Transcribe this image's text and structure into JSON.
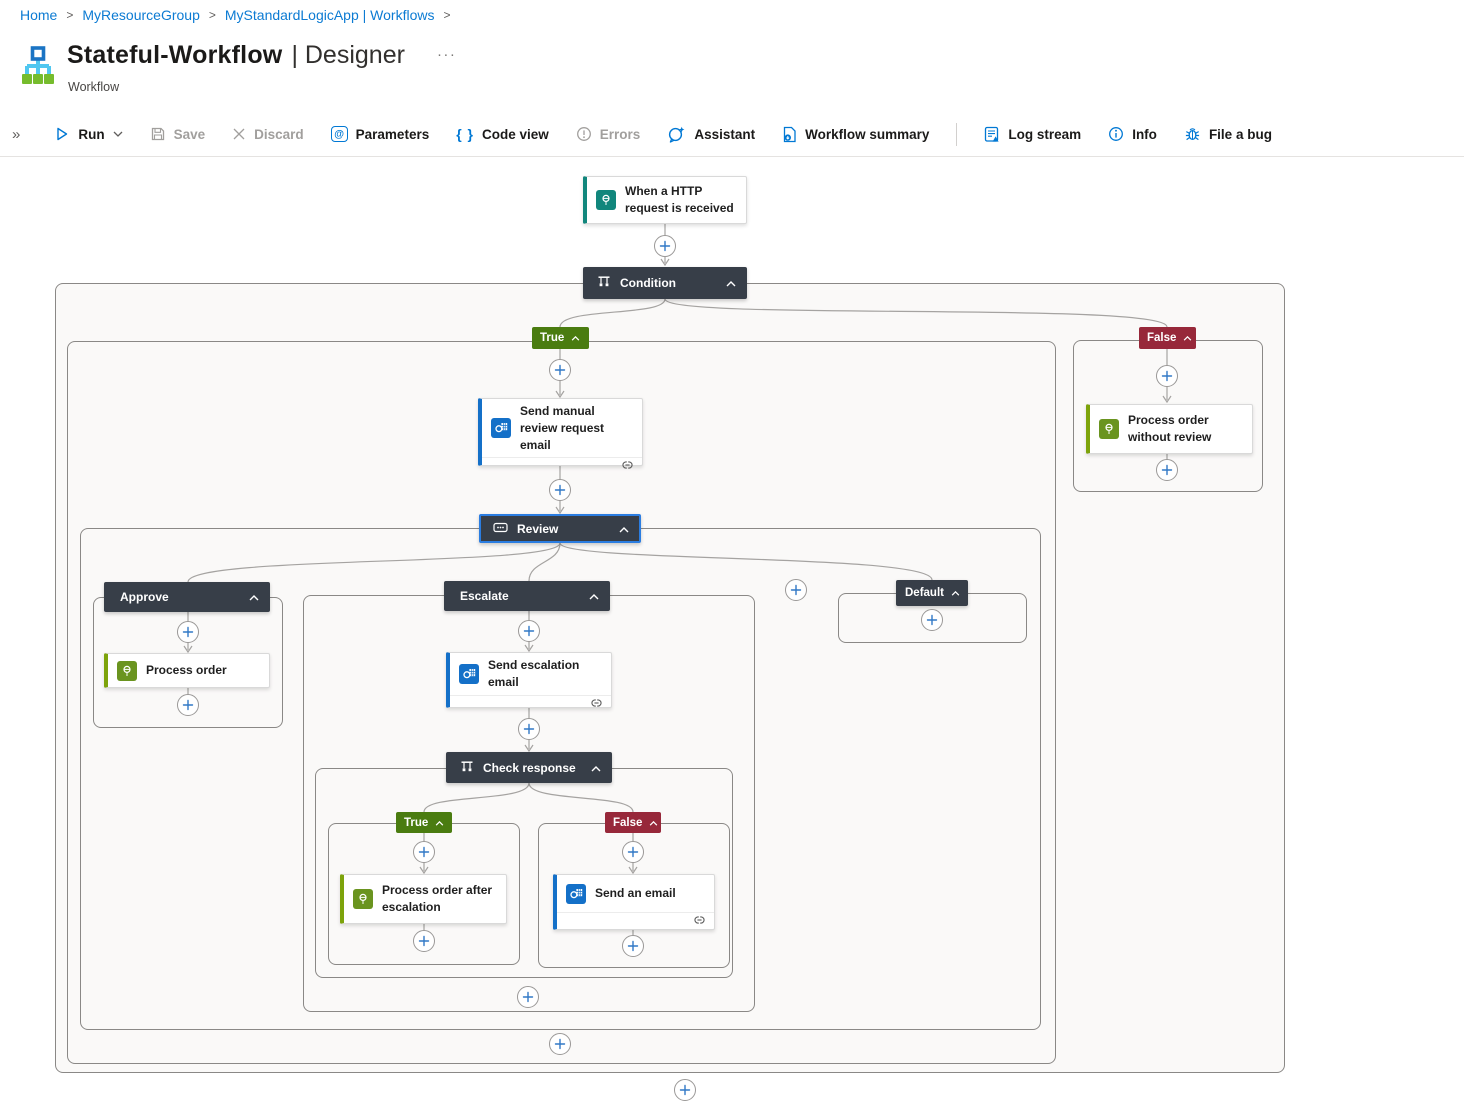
{
  "breadcrumb": {
    "items": [
      "Home",
      "MyResourceGroup",
      "MyStandardLogicApp | Workflows"
    ],
    "separator": ">"
  },
  "header": {
    "title": "Stateful-Workflow",
    "suffix": "| Designer",
    "more": "···",
    "subtitle": "Workflow"
  },
  "toolbar": {
    "collapse_glyph": "»",
    "at_glyph": "@",
    "code_glyph": "{ }",
    "items": [
      {
        "label": "Run",
        "enabled": true,
        "has_dropdown": true
      },
      {
        "label": "Save",
        "enabled": false
      },
      {
        "label": "Discard",
        "enabled": false
      },
      {
        "label": "Parameters",
        "enabled": true
      },
      {
        "label": "Code view",
        "enabled": true
      },
      {
        "label": "Errors",
        "enabled": false
      },
      {
        "label": "Assistant",
        "enabled": true
      },
      {
        "label": "Workflow summary",
        "enabled": true
      },
      {
        "label": "Log stream",
        "enabled": true
      },
      {
        "label": "Info",
        "enabled": true
      },
      {
        "label": "File a bug",
        "enabled": true
      }
    ]
  },
  "canvas": {
    "trigger_label": "When a HTTP request is received",
    "condition_label": "Condition",
    "true_label": "True",
    "false_label": "False",
    "send_manual_review_label": "Send manual review request email",
    "review_label": "Review",
    "approve_label": "Approve",
    "process_order_label": "Process order",
    "escalate_label": "Escalate",
    "send_escalation_label": "Send escalation email",
    "check_response_label": "Check response",
    "check_true_label": "True",
    "check_false_label": "False",
    "process_order_after_label": "Process order after escalation",
    "send_email_label": "Send an email",
    "default_label": "Default",
    "process_order_without_label": "Process order without review"
  },
  "colors": {
    "accent_blue": "#0078d4",
    "node_dark": "#373e48",
    "true_green": "#4a7c10",
    "false_red": "#97283a",
    "trigger_teal": "#11867c",
    "outlook_blue": "#1470c8",
    "action_green": "#6a941f",
    "scope_border": "#8a8886"
  }
}
